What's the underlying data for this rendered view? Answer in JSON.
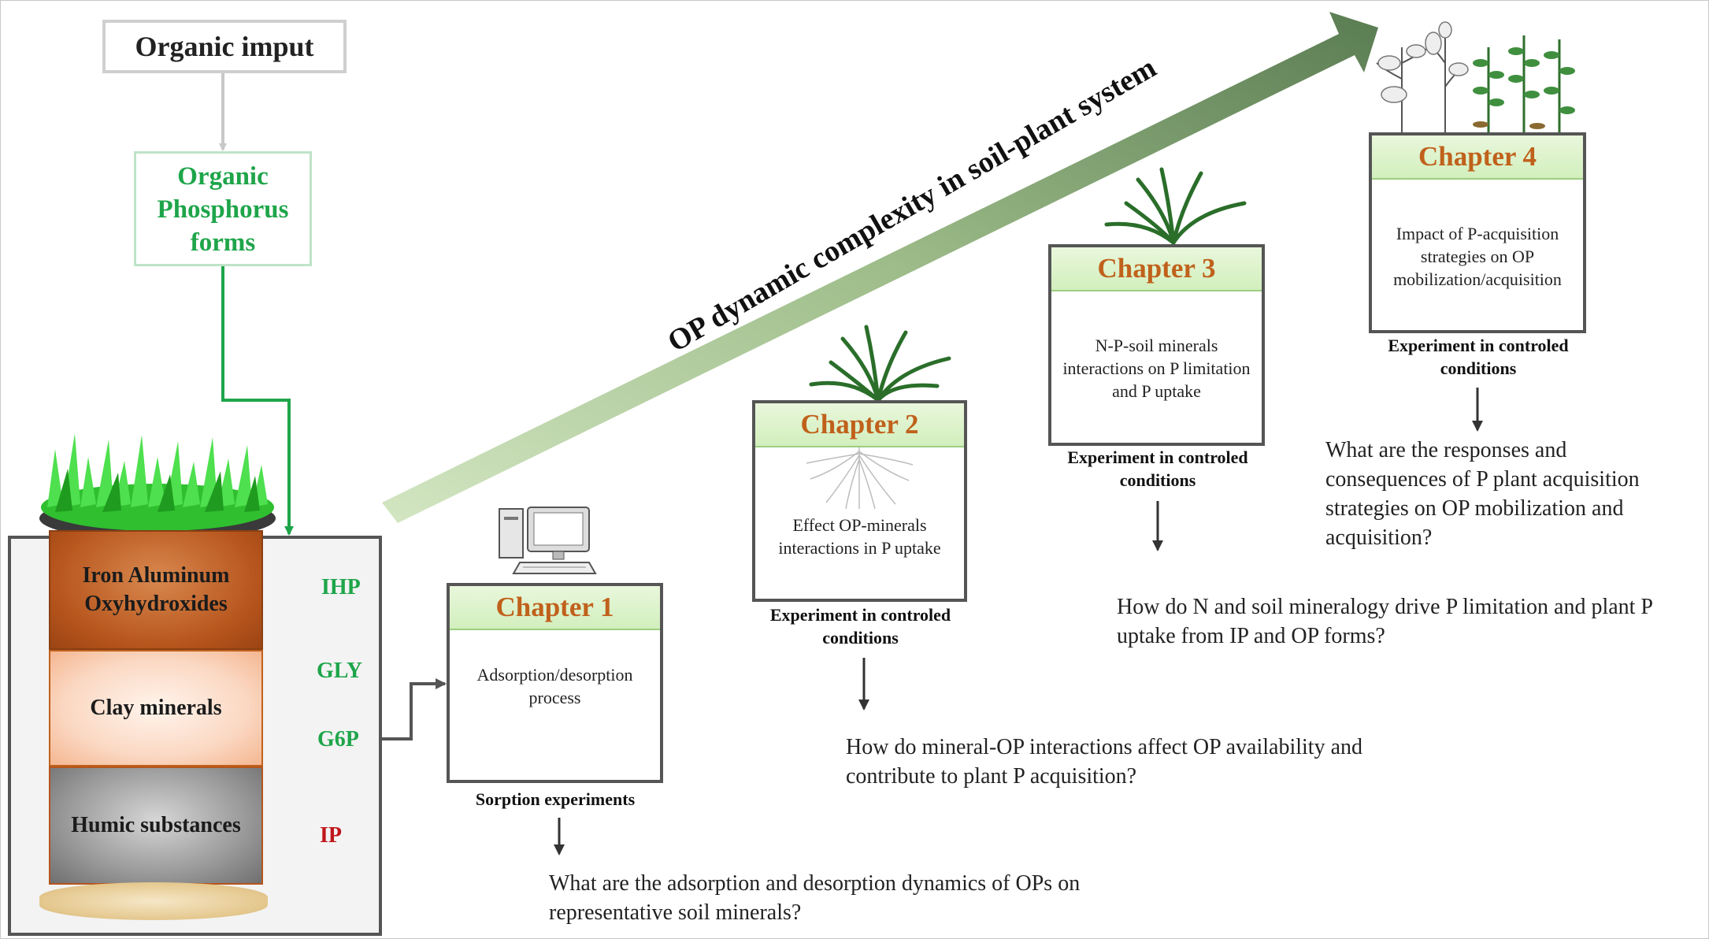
{
  "organic_input": "Organic imput",
  "op_forms": "Organic Phosphorus forms",
  "diagonal_label": "OP dynamic complexity in soil-plant system",
  "soil_layers": [
    {
      "label": "Iron Aluminum Oxyhydroxides"
    },
    {
      "label": "Clay minerals"
    },
    {
      "label": "Humic substances"
    }
  ],
  "p_forms": [
    "IHP",
    "GLY",
    "G6P",
    "IP"
  ],
  "chapters": [
    {
      "title": "Chapter 1",
      "description": "Adsorption/desorption process",
      "experiment": "Sorption experiments",
      "question": "What are the adsorption and desorption dynamics of OPs on representative soil minerals?"
    },
    {
      "title": "Chapter 2",
      "description": "Effect OP-minerals interactions in P uptake",
      "experiment": "Experiment  in controled conditions",
      "question": "How do mineral-OP interactions affect OP availability and contribute to plant P acquisition?"
    },
    {
      "title": "Chapter 3",
      "description": "N-P-soil minerals interactions  on P limitation  and P uptake",
      "experiment": "Experiment  in controled conditions",
      "question": "How do N and soil mineralogy drive P limitation and plant P uptake from IP and OP forms?"
    },
    {
      "title": "Chapter 4",
      "description": "Impact of P-acquisition strategies on OP mobilization/acquisition",
      "experiment": "Experiment  in controled conditions",
      "question": "What are the responses and consequences of P plant acquisition strategies on OP mobilization and acquisition?"
    }
  ],
  "icons": {
    "computer": "computer-icon",
    "grass": "grass-icon",
    "plants": "plant-row-icon"
  },
  "colors": {
    "green_text": "#1ea54a",
    "chapter_title": "#c0611b",
    "p_arrow": "#c0161b",
    "diagonal_arrow_start": "#c9dfb8",
    "diagonal_arrow_end": "#5c7f54"
  }
}
